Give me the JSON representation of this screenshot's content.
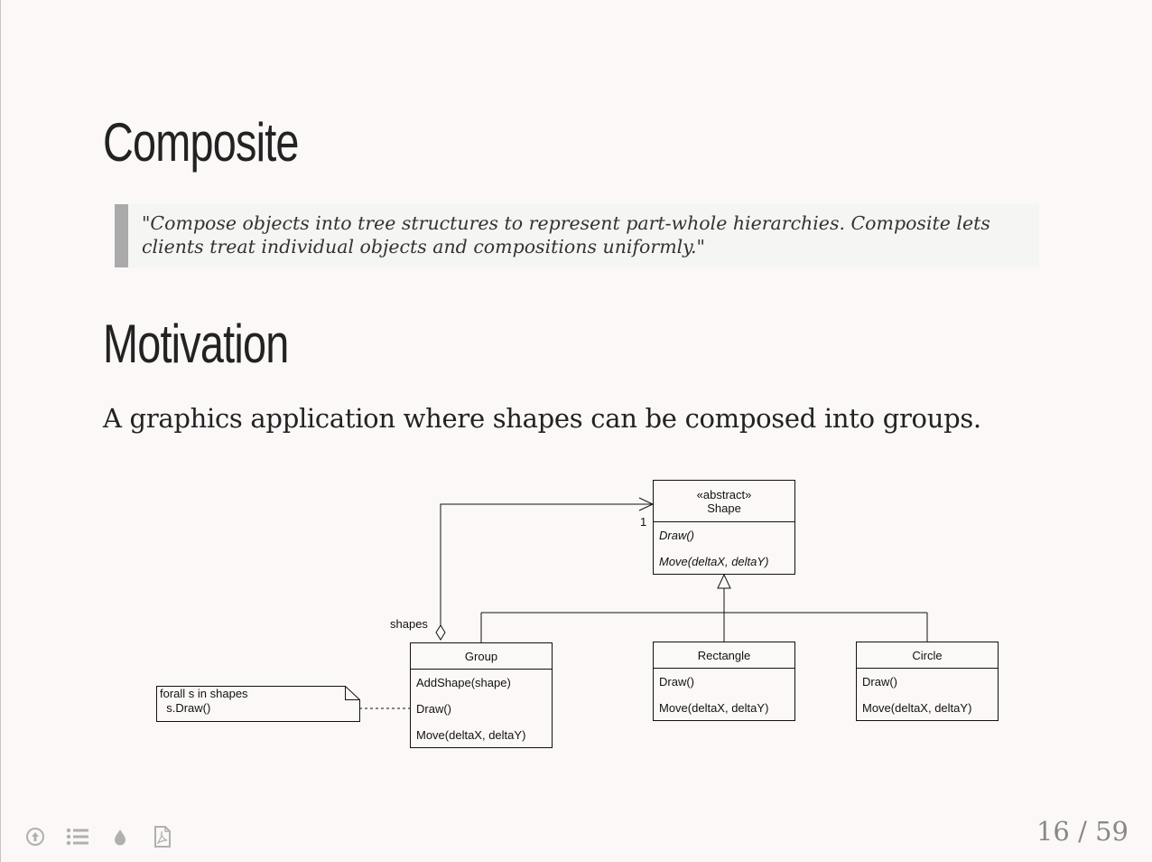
{
  "slide": {
    "title": "Composite",
    "quote": "\"Compose objects into tree structures to represent part-whole hierarchies. Composite lets clients treat individual objects and compositions uniformly.\"",
    "section_title": "Motivation",
    "motivation_text": "A graphics application where shapes can be composed into groups."
  },
  "diagram": {
    "shape": {
      "stereotype": "«abstract»",
      "name": "Shape",
      "methods": [
        "Draw()",
        "Move(deltaX, deltaY)"
      ]
    },
    "group": {
      "name": "Group",
      "methods": [
        "AddShape(shape)",
        "Draw()",
        "Move(deltaX, deltaY)"
      ]
    },
    "rectangle": {
      "name": "Rectangle",
      "methods": [
        "Draw()",
        "Move(deltaX, deltaY)"
      ]
    },
    "circle": {
      "name": "Circle",
      "methods": [
        "Draw()",
        "Move(deltaX, deltaY)"
      ]
    },
    "association": {
      "role": "shapes",
      "multiplicity": "1"
    },
    "note": {
      "line1": "forall s in shapes",
      "line2": "  s.Draw()"
    }
  },
  "toolbar": {
    "buttons": [
      "scroll-top-icon",
      "list-icon",
      "drop-icon",
      "pdf-icon"
    ]
  },
  "pagination": {
    "current": "16",
    "separator": "/",
    "total": "59"
  }
}
